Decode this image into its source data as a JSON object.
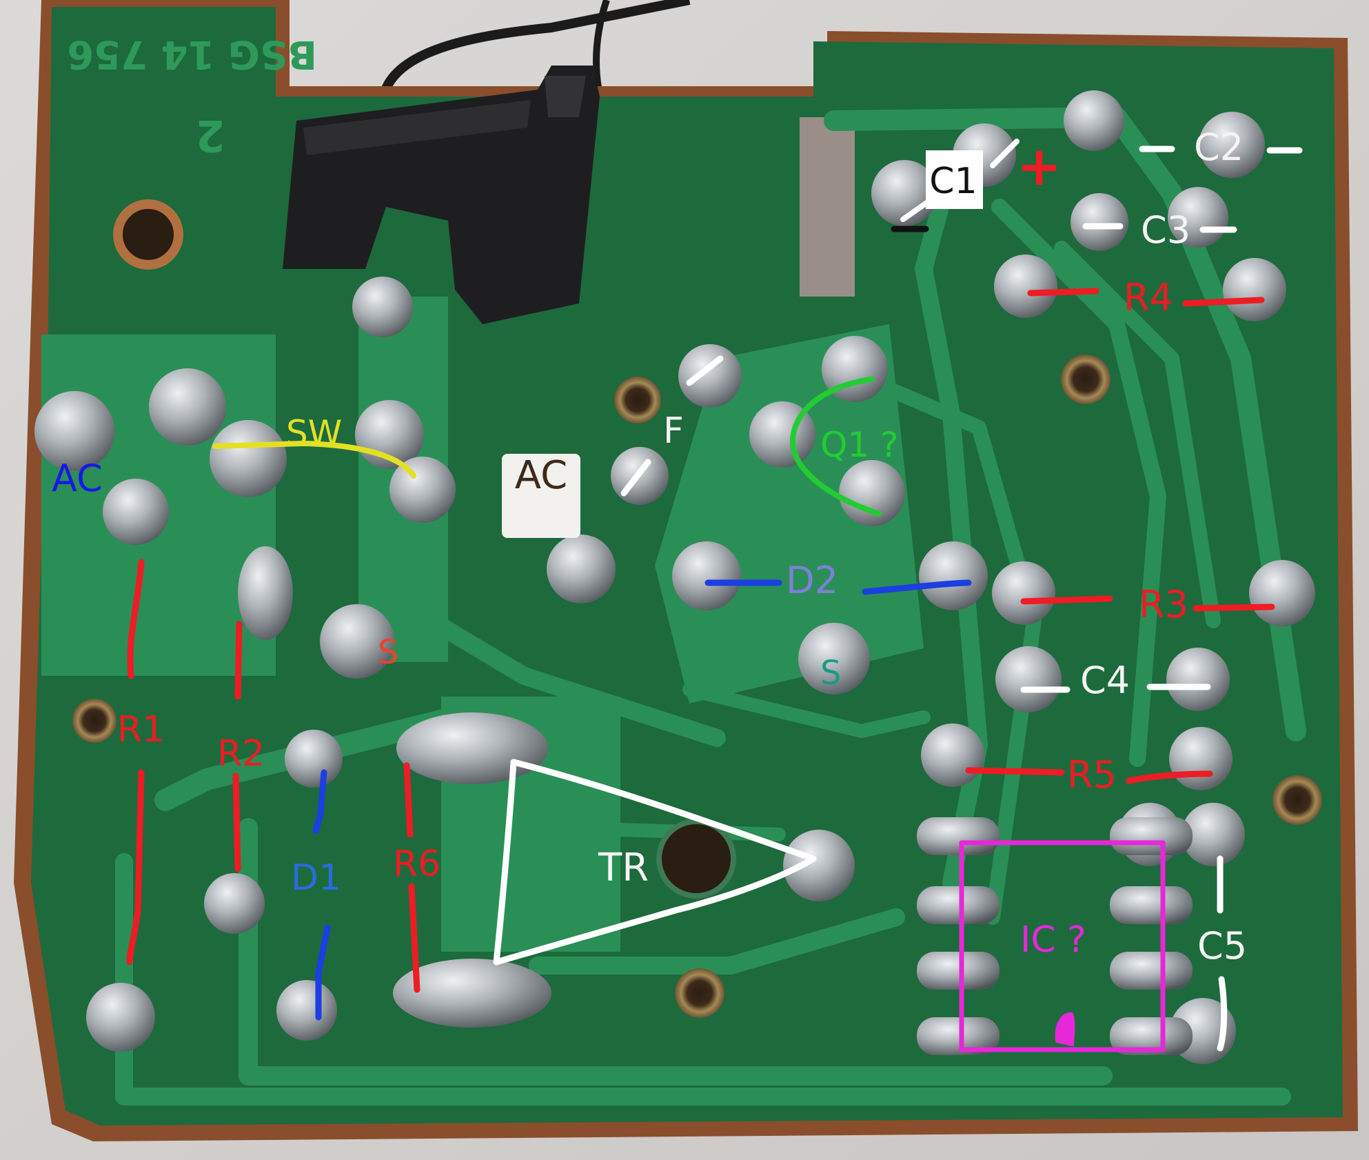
{
  "board": {
    "marking_text": "BSG 14 756",
    "marking_number": "2",
    "colors": {
      "background": "#d9d7d5",
      "board_edge": "#8a4e2c",
      "substrate": "#1d6a3d",
      "trace": "#2a8f57",
      "copper_pad": "#2fa068",
      "solder": "#aeb3b8",
      "hole": "#4a3422",
      "sw_color": "#e3e024",
      "ac_color": "#1818e6",
      "resistor_color": "#ee1c24",
      "capacitor_color": "#ffffff",
      "diode_color": "#1b3fe0",
      "d2_text_color": "#7f7fd6",
      "q1_color": "#22cc33",
      "ic_color": "#e628d8",
      "s_left_color": "#e8442c",
      "s_right_color": "#1a9a86"
    }
  },
  "labels": {
    "sw": "SW",
    "ac_left": "AC",
    "ac_box": "AC",
    "f": "F",
    "q1": "Q1 ?",
    "c1": "C1",
    "c1_plus": "+",
    "c2": "C2",
    "c3": "C3",
    "c4": "C4",
    "c5": "C5",
    "r1": "R1",
    "r2": "R2",
    "r3": "R3",
    "r4": "R4",
    "r5": "R5",
    "r6": "R6",
    "d1": "D1",
    "d2": "D2",
    "tr": "TR",
    "s_left": "S",
    "s_right": "S",
    "ic": "IC ?"
  }
}
